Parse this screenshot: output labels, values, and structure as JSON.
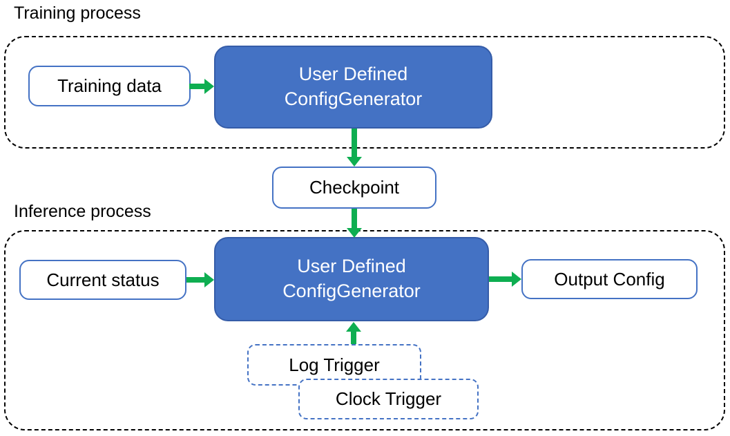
{
  "colors": {
    "node-fill": "#4472C4",
    "node-border": "#355CA8",
    "box-border": "#4472C4",
    "arrow": "#0EAE51",
    "container-border": "#000000",
    "text": "#000000",
    "node-text": "#FFFFFF"
  },
  "training": {
    "title": "Training process",
    "input_box": "Training data",
    "generator": {
      "line1": "User Defined",
      "line2": "ConfigGenerator"
    }
  },
  "checkpoint": {
    "label": "Checkpoint"
  },
  "inference": {
    "title": "Inference process",
    "input_box": "Current status",
    "generator": {
      "line1": "User Defined",
      "line2": "ConfigGenerator"
    },
    "output_box": "Output Config",
    "log_trigger": "Log Trigger",
    "clock_trigger": "Clock Trigger"
  }
}
